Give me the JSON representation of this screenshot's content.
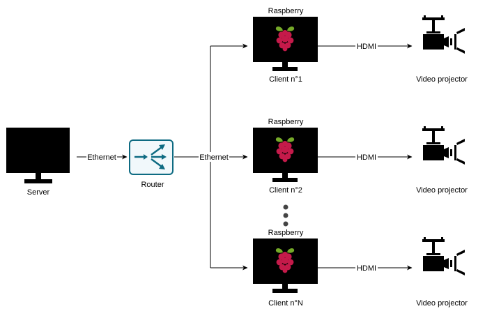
{
  "nodes": {
    "server": {
      "label": "Server",
      "icon": "monitor-icon"
    },
    "router": {
      "label": "Router",
      "icon": "router-icon",
      "color": "#0e6b82",
      "fill": "#f1f8fb"
    },
    "clients": [
      {
        "top_label": "Raspberry",
        "label": "Client n°1",
        "icon": "raspberry-pi-icon"
      },
      {
        "top_label": "Raspberry",
        "label": "Client n°2",
        "icon": "raspberry-pi-icon"
      },
      {
        "top_label": "Raspberry",
        "label": "Client n°N",
        "icon": "raspberry-pi-icon"
      }
    ],
    "projectors": [
      {
        "label": "Video projector",
        "icon": "video-projector-icon"
      },
      {
        "label": "Video projector",
        "icon": "video-projector-icon"
      },
      {
        "label": "Video projector",
        "icon": "video-projector-icon"
      }
    ]
  },
  "edges": {
    "server_router": "Ethernet",
    "router_clients": "Ethernet",
    "client_projector": [
      "HDMI",
      "HDMI",
      "HDMI"
    ]
  },
  "ellipsis_icon": "vertical-ellipsis-icon",
  "colors": {
    "screen": "#000000",
    "raspberry_red": "#c51a4a",
    "raspberry_leaf": "#75a928",
    "line": "#000000"
  }
}
